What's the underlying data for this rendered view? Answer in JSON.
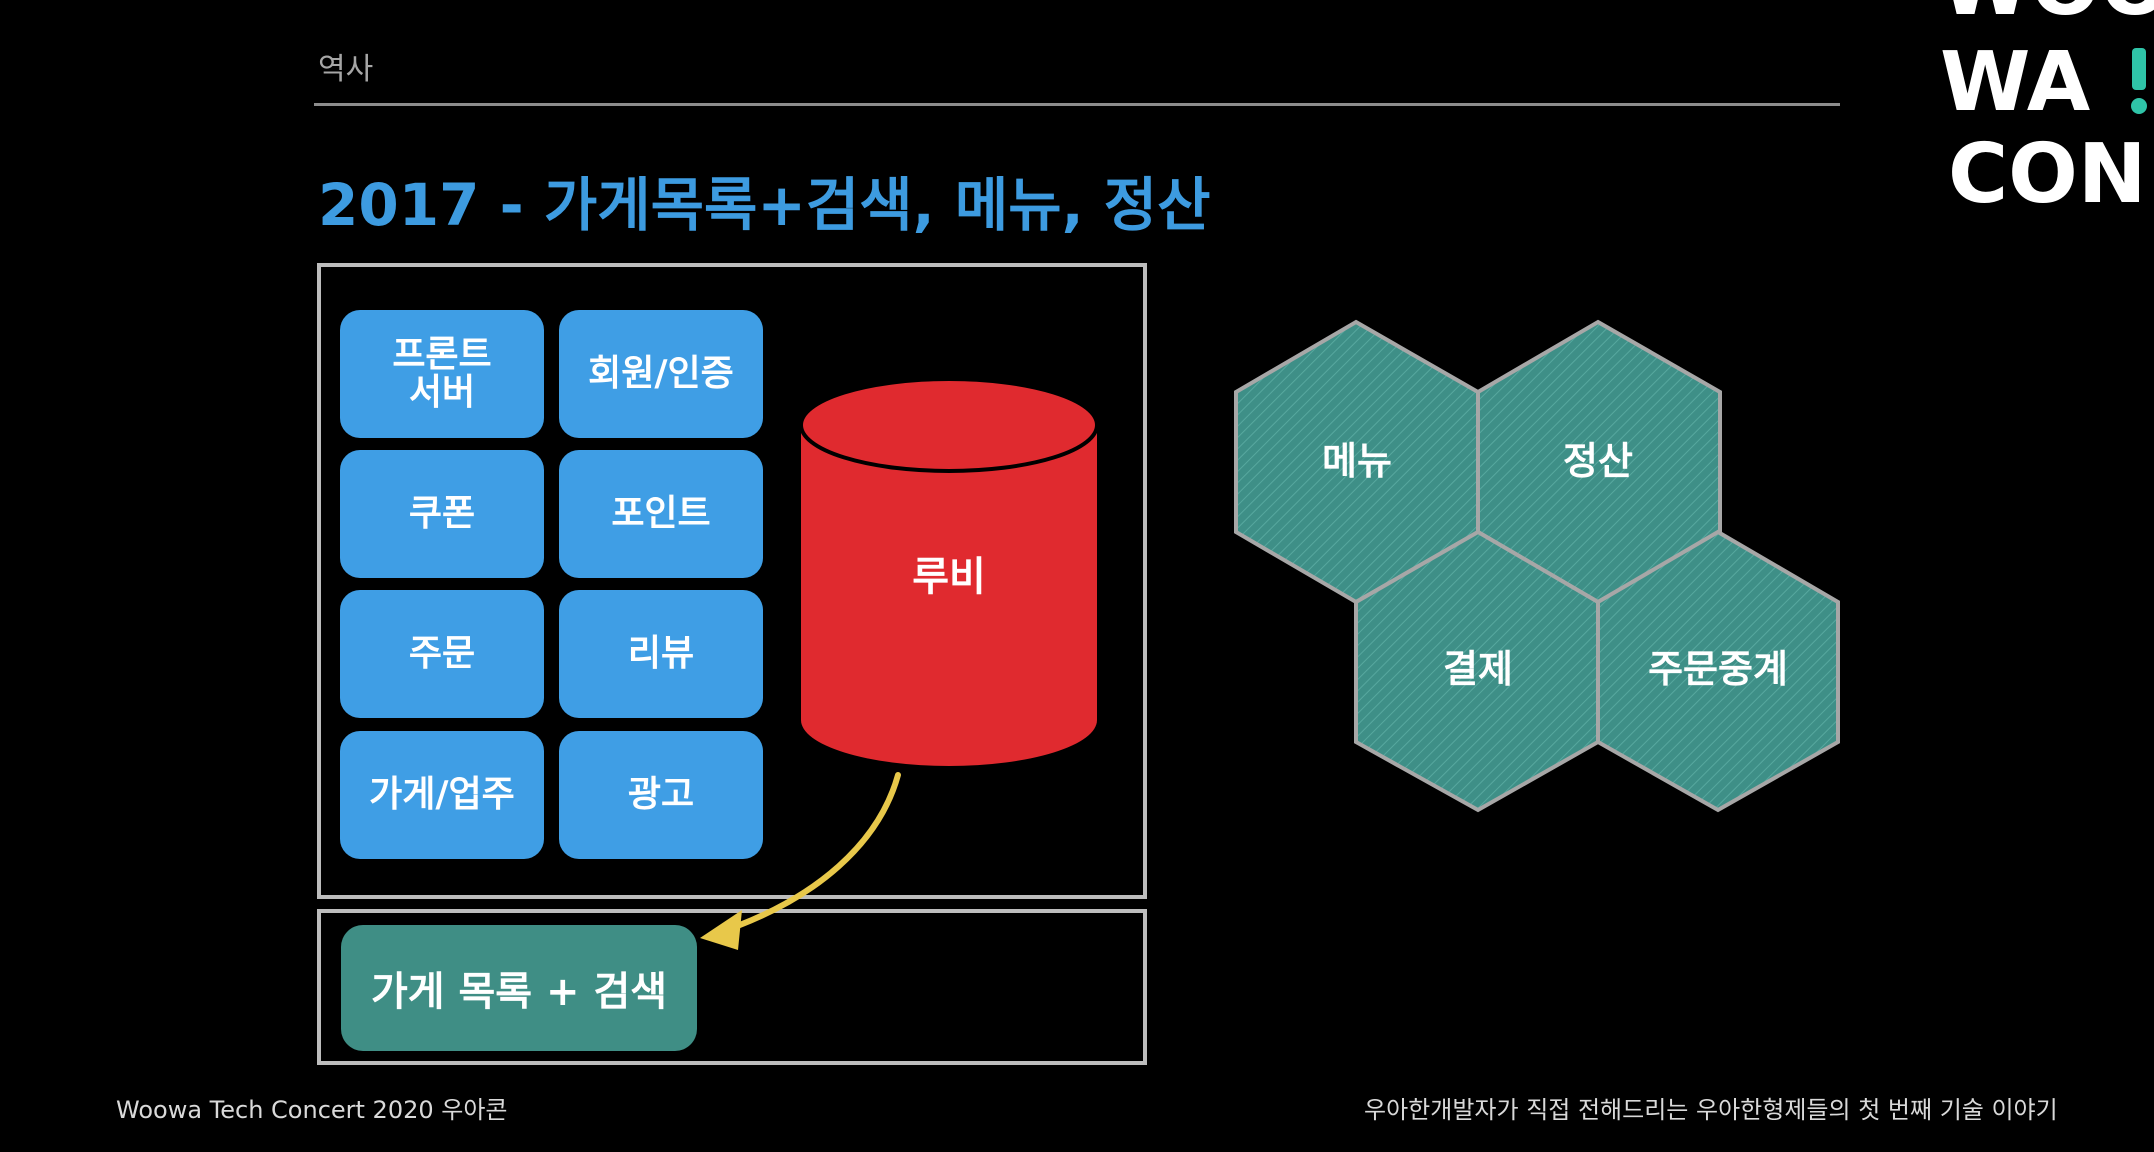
{
  "header": {
    "section": "역사",
    "title": "2017 - 가게목록+검색, 메뉴, 정산"
  },
  "services": [
    "프론트\n서버",
    "회원/인증",
    "쿠폰",
    "포인트",
    "주문",
    "리뷰",
    "가게/업주",
    "광고"
  ],
  "database": {
    "label": "루비"
  },
  "search": {
    "label": "가게 목록 + 검색"
  },
  "hexagons": [
    "메뉴",
    "정산",
    "결제",
    "주문중계"
  ],
  "logo": {
    "line1": "WOO",
    "line2": "WA",
    "line3": "CON"
  },
  "footer": {
    "left": "Woowa Tech Concert  2020 우아콘",
    "right": "우아한개발자가 직접 전해드리는 우아한형제들의 첫 번째 기술 이야기"
  },
  "colors": {
    "service_blue": "#3f9ee5",
    "db_red": "#e02a2f",
    "hex_teal": "#3e8f87",
    "title_blue": "#3d9be0",
    "arrow_yellow": "#e8c84a",
    "logo_accent": "#2fc4a8"
  }
}
